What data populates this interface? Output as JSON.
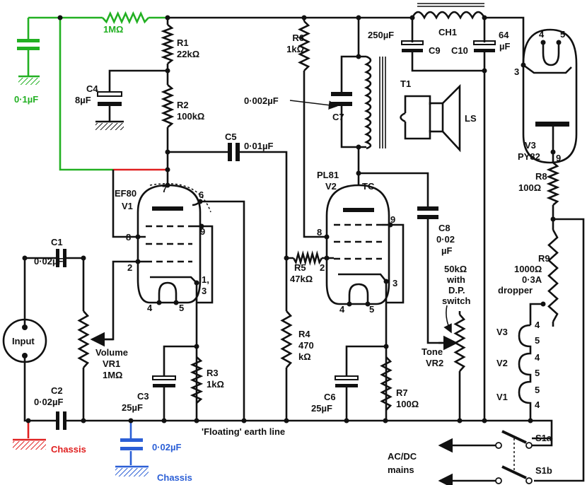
{
  "title": "Two-valve AC/DC audio amplifier circuit",
  "colors": {
    "green": "#22b022",
    "red": "#e02020",
    "blue": "#2b5fd6",
    "ink": "#111111"
  },
  "labels": {
    "r_1meg": "1MΩ",
    "c_green": "0·1µF",
    "r1": "R1",
    "r1_val": "22kΩ",
    "r2": "R2",
    "r2_val": "100kΩ",
    "c4": "C4",
    "c4_val": "8µF",
    "c5": "C5",
    "c5_val": "0·01µF",
    "v1_type": "EF80",
    "v1": "V1",
    "c1": "C1",
    "c1_val": "0·02µF",
    "input": "Input",
    "vr1_a": "Volume",
    "vr1_b": "VR1",
    "vr1_c": "1MΩ",
    "c2": "C2",
    "c2_val": "0·02µF",
    "chassis_red": "Chassis",
    "c3": "C3",
    "c3_val": "25µF",
    "r3": "R3",
    "r3_val": "1kΩ",
    "c_blue": "0·02µF",
    "chassis_blue": "Chassis",
    "floating": "'Floating' earth line",
    "r4": "R4",
    "r4_val_a": "470",
    "r4_val_b": "kΩ",
    "r6": "R6",
    "r6_val": "1kΩ",
    "c7": "C7",
    "c7_val": "0·002µF",
    "t1": "T1",
    "ls": "LS",
    "v2_type": "PL81",
    "v2": "V2",
    "tc": "TC",
    "r5": "R5",
    "r5_val": "47kΩ",
    "c8": "C8",
    "c8_val_a": "0·02",
    "c8_val_b": "µF",
    "vr2_a": "50kΩ",
    "vr2_b": "with",
    "vr2_c": "D.P.",
    "vr2_d": "switch",
    "tone": "Tone",
    "vr2": "VR2",
    "c6": "C6",
    "c6_val": "25µF",
    "r7": "R7",
    "r7_val": "100Ω",
    "c9_val": "250µF",
    "c9": "C9",
    "ch1": "CH1",
    "c10": "C10",
    "c10_val_a": "64",
    "c10_val_b": "µF",
    "v3": "V3",
    "v3_type": "PY82",
    "r8": "R8",
    "r8_val": "100Ω",
    "r9": "R9",
    "r9_val": "1000Ω",
    "r9_amp": "0·3A",
    "r9_desc": "dropper",
    "h_v3": "V3",
    "h_v2": "V2",
    "h_v1": "V1",
    "s1a": "S1a",
    "s1b": "S1b",
    "mains_a": "AC/DC",
    "mains_b": "mains"
  },
  "pins": {
    "v1": {
      "p7": "7",
      "p6": "6",
      "p8": "8",
      "p9": "9",
      "p2": "2",
      "p1": "1,",
      "p3": "3",
      "p4": "4",
      "p5": "5"
    },
    "v2": {
      "p8": "8",
      "p9": "9",
      "p2": "2",
      "p3": "3",
      "p4": "4",
      "p5": "5"
    },
    "v3": {
      "p4": "4",
      "p5": "5",
      "p3": "3",
      "p9": "9"
    },
    "heaters": {
      "v3a": "4",
      "v3b": "5",
      "v2a": "4",
      "v2b": "5",
      "v1a": "5",
      "v1b": "4"
    }
  }
}
